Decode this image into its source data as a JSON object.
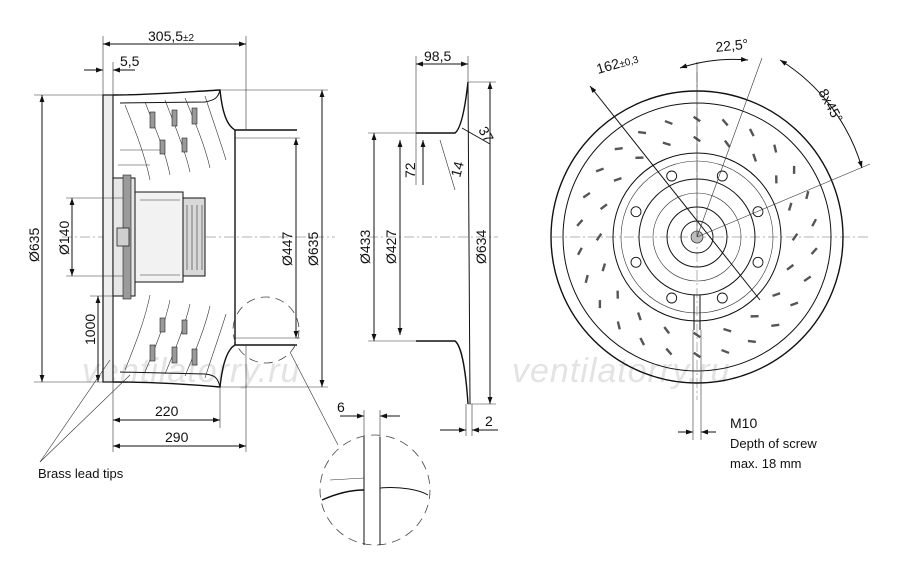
{
  "drawing": {
    "dimensions": {
      "overall_length": "305,5",
      "overall_length_tol": "±2",
      "flange_thickness": "5,5",
      "outer_dia_left": "Ø635",
      "hub_dia": "Ø140",
      "mount_height": "1000",
      "inner_dia_447": "Ø447",
      "outer_dia_635": "Ø635",
      "depth_220": "220",
      "depth_290": "290",
      "ring_width": "98,5",
      "ring_37": "37",
      "ring_72": "72",
      "ring_14": "14",
      "ring_dia_433": "Ø433",
      "ring_dia_427": "Ø427",
      "ring_dia_634": "Ø634",
      "detail_6": "6",
      "ring_2": "2",
      "pitch_dia": "162",
      "pitch_dia_tol": "±0,3",
      "angle_22_5": "22,5°",
      "angle_8x45": "8x45°"
    },
    "notes": {
      "brass_lead_tips": "Brass lead tips",
      "thread": "M10",
      "depth_line1": "Depth of screw",
      "depth_line2": "max. 18 mm"
    },
    "watermarks": [
      "ventilatorry.ru",
      "ventilatorry.ru"
    ]
  }
}
